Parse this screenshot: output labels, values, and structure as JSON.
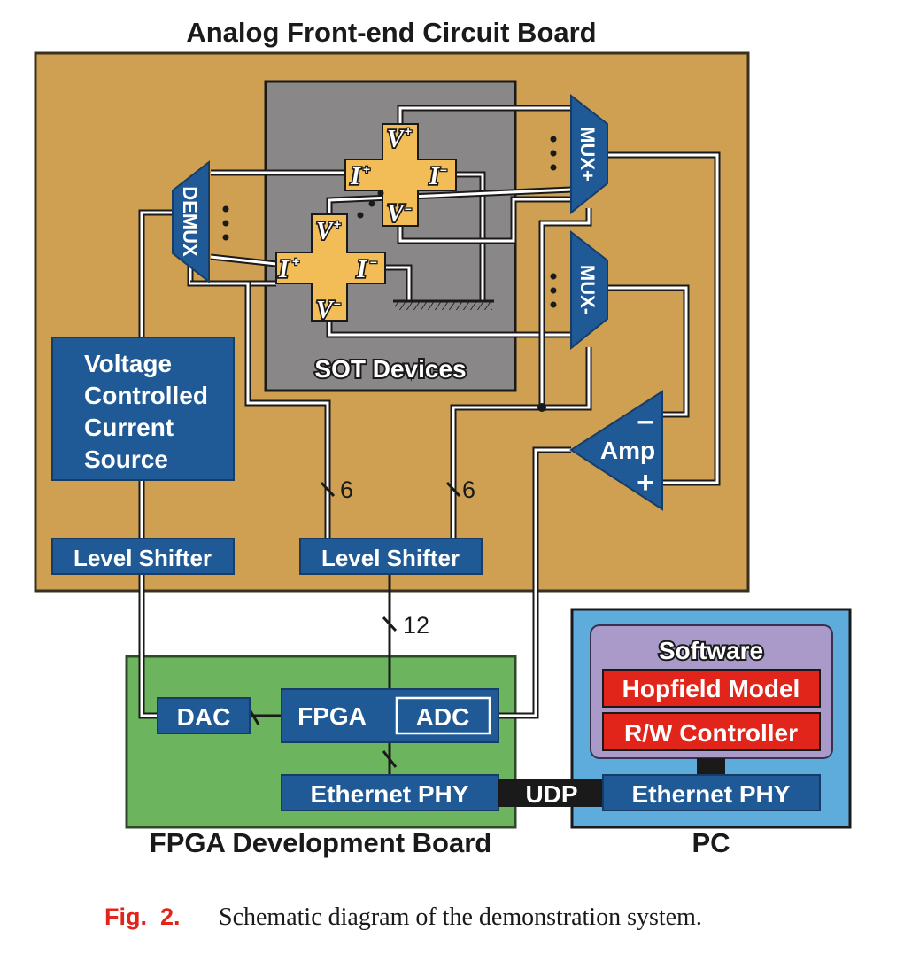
{
  "boards": {
    "analog_title": "Analog Front-end Circuit Board",
    "fpga_title": "FPGA Development Board",
    "pc_title": "PC"
  },
  "blocks": {
    "sot_devices": "SOT Devices",
    "vccs_lines": [
      "Voltage",
      "Controlled",
      "Current",
      "Source"
    ],
    "level_shifter_left": "Level Shifter",
    "level_shifter_right": "Level Shifter",
    "demux": "DEMUX",
    "mux_plus": "MUX+",
    "mux_minus": "MUX-",
    "amp": "Amp",
    "amp_minus": "–",
    "amp_plus": "+",
    "dac": "DAC",
    "fpga": "FPGA",
    "adc": "ADC",
    "ethernet_fpga": "Ethernet PHY",
    "ethernet_pc": "Ethernet PHY",
    "software": "Software",
    "hopfield": "Hopfield Model",
    "rw_controller": "R/W Controller",
    "udp": "UDP"
  },
  "terminals": {
    "v": "V",
    "i": "I",
    "plus": "+",
    "minus": "–"
  },
  "bus_widths": {
    "left": "6",
    "right": "6",
    "fpga": "12"
  },
  "caption": {
    "fig_label": "Fig.  2.",
    "text": "Schematic diagram of the demonstration system."
  },
  "colors": {
    "analog_board": "#cfa052",
    "fpga_board": "#6cb45e",
    "pc_board": "#5eacdb",
    "sot_area": "#8a8789",
    "block_blue": "#1f5a97",
    "device_orange": "#f2bc57",
    "software_panel": "#a99ac9",
    "software_red": "#e1251b",
    "caption_red": "#e1251b"
  }
}
